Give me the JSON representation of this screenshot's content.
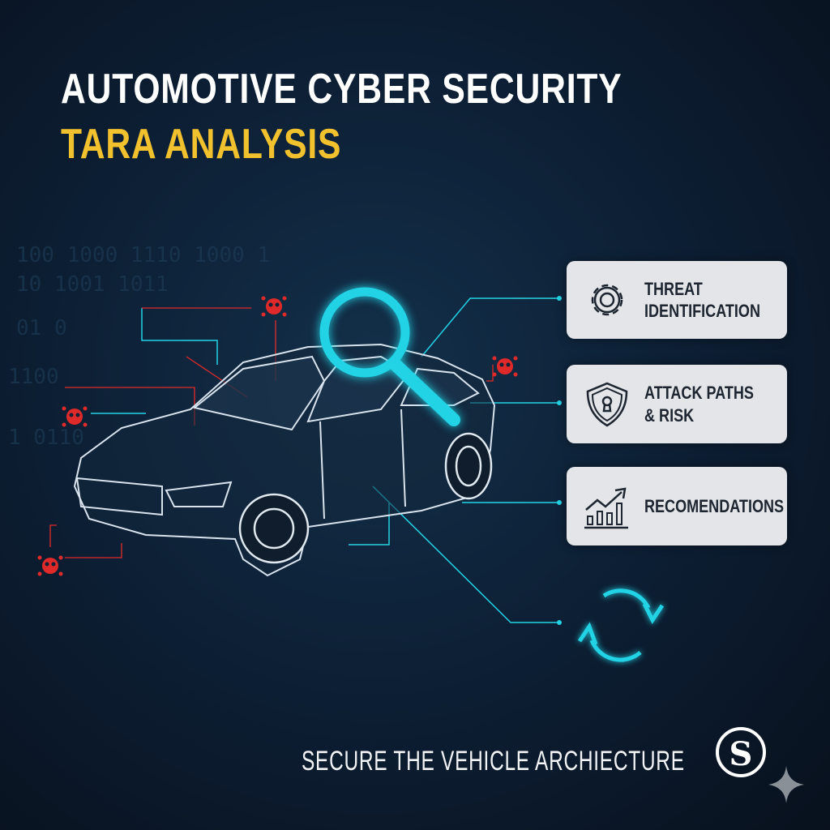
{
  "header": {
    "title_line1": "AUTOMOTIVE CYBER SECURITY",
    "title_line2": "TARA ANALYSIS"
  },
  "background_binary": [
    "100 1000 1110 1000 1",
    "10 1001 1011",
    "01 0",
    "1100",
    "1 0110"
  ],
  "cards": [
    {
      "label": "THREAT\nIDENTIFICATION",
      "icon": "gear-icon"
    },
    {
      "label": "ATTACK PATHS\n& RISK",
      "icon": "shield-keyhole-icon"
    },
    {
      "label": "RECOMENDATIONS",
      "icon": "growth-chart-icon"
    }
  ],
  "footer": {
    "tagline": "SECURE THE VEHICLE ARCHIECTURE",
    "logo_letter": "S"
  },
  "colors": {
    "accent_yellow": "#f2c12e",
    "accent_cyan": "#22d3e6",
    "threat_red": "#e02a2a",
    "card_bg": "#e3e5e9"
  }
}
